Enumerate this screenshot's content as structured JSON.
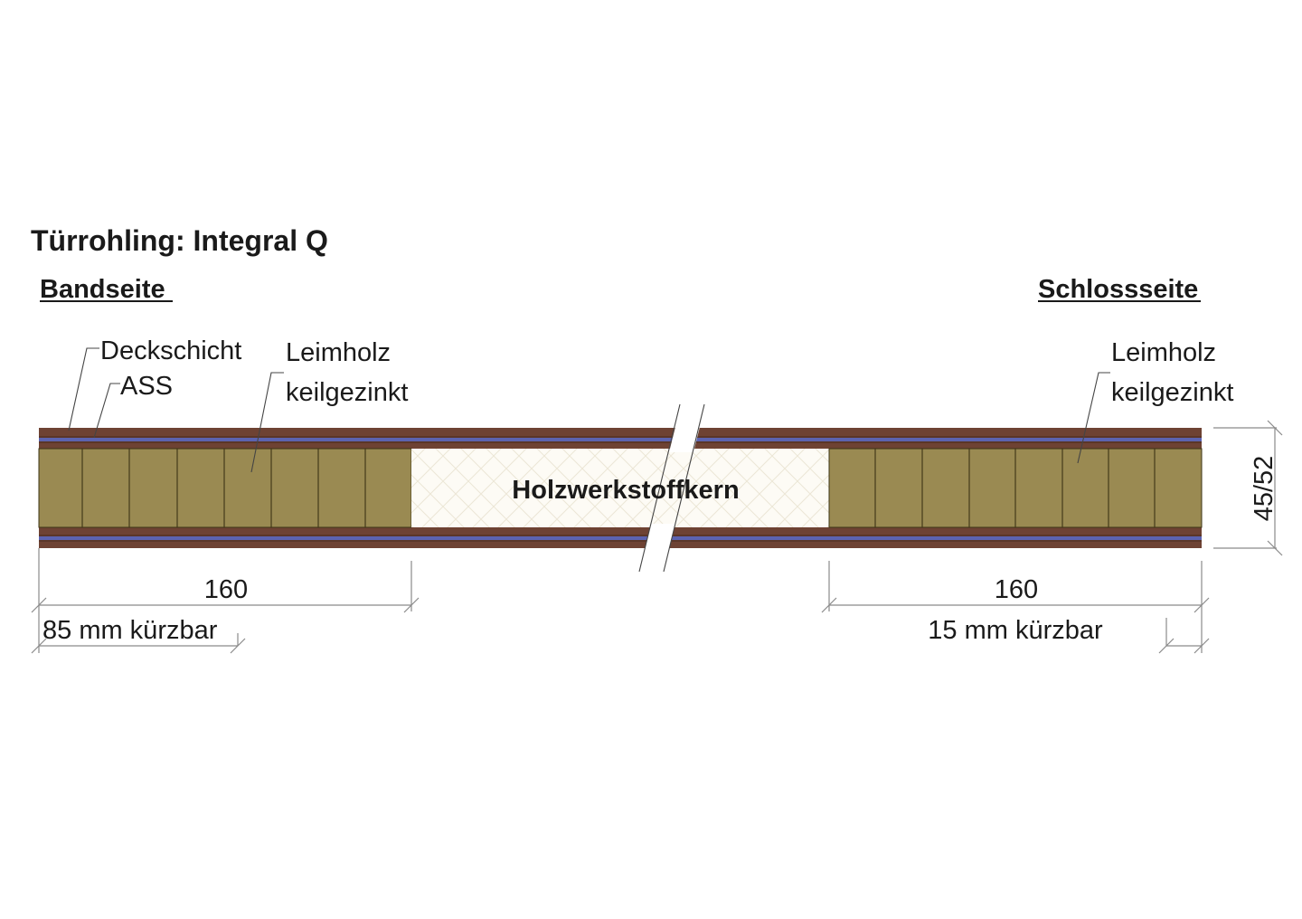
{
  "title": "Türrohling: Integral Q",
  "left_side": {
    "heading": "Bandseite",
    "labels": [
      "Deckschicht",
      "ASS"
    ],
    "wood_label_line1": "Leimholz",
    "wood_label_line2": "keilgezinkt",
    "width_dim": "160",
    "shortenable": "85 mm kürzbar"
  },
  "right_side": {
    "heading": "Schlossseite",
    "wood_label_line1": "Leimholz",
    "wood_label_line2": "keilgezinkt",
    "width_dim": "160",
    "shortenable": "15 mm kürzbar"
  },
  "core_label": "Holzwerkstoffkern",
  "thickness_dim": "45/52",
  "colors": {
    "cover_layer": "#6e4233",
    "ass_layer": "#5c63b0",
    "solid_wood": "#9a8a52",
    "core": "#fdfbf5"
  }
}
